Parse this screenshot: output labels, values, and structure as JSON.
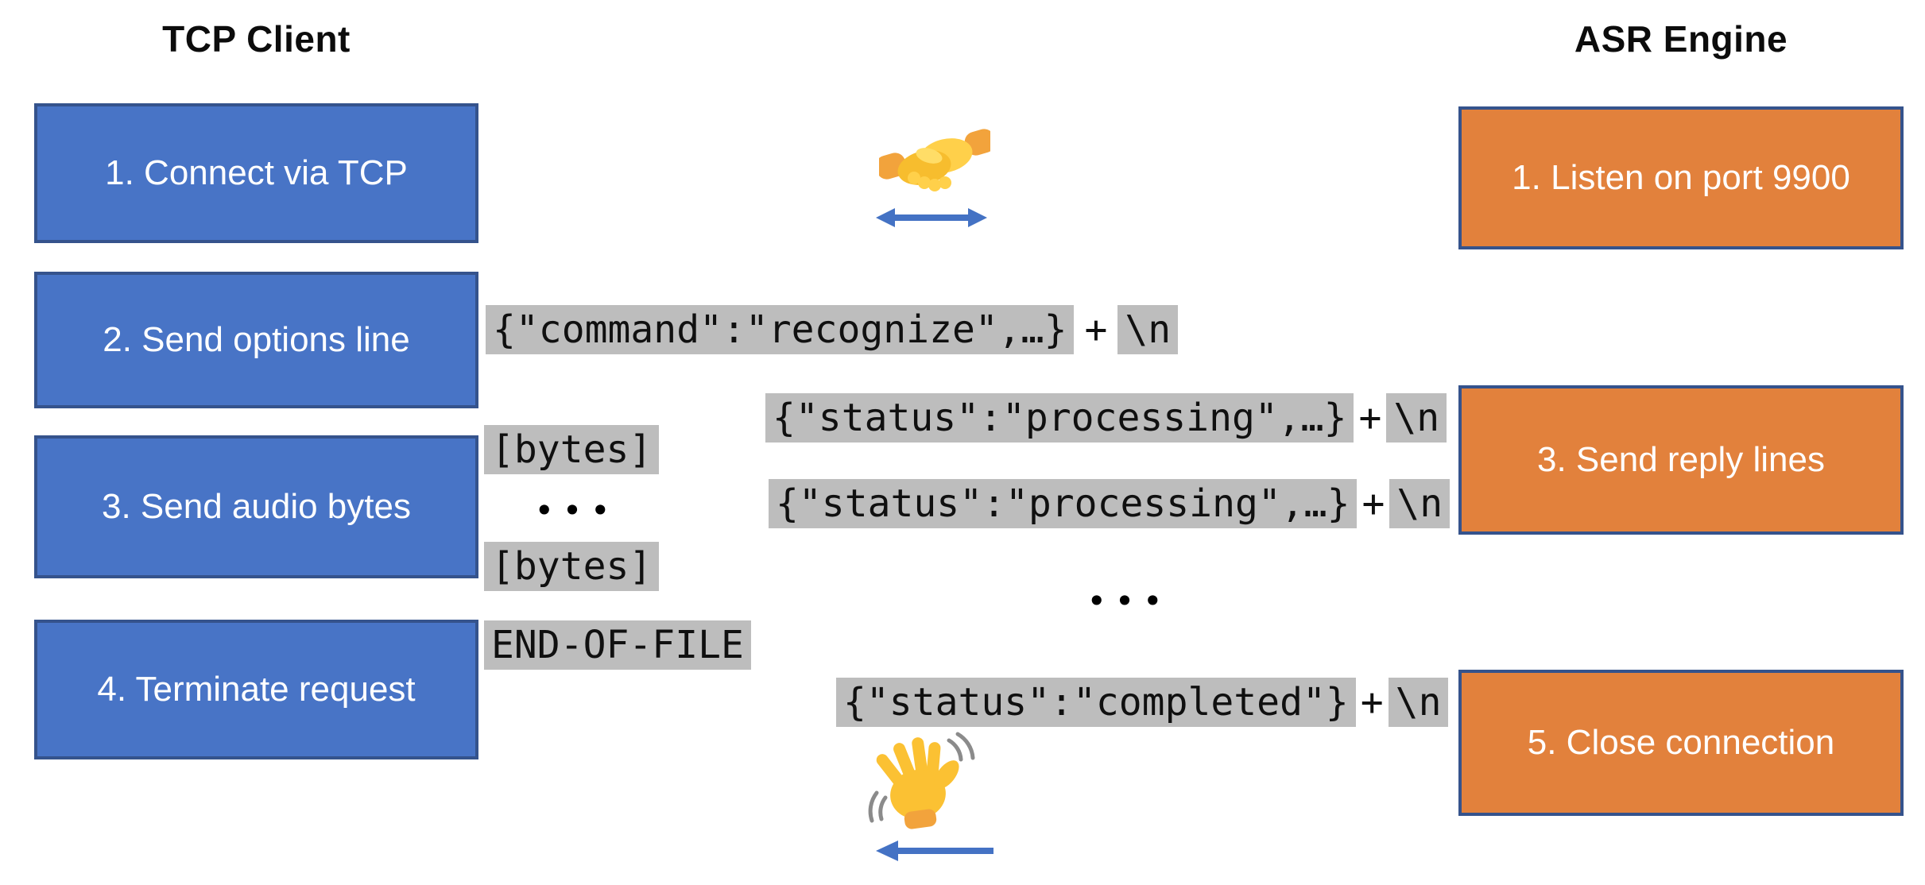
{
  "diagram": {
    "client": {
      "title": "TCP Client",
      "steps": [
        "1. Connect via TCP",
        "2. Send options line",
        "3. Send audio bytes",
        "4. Terminate request"
      ]
    },
    "engine": {
      "title": "ASR Engine",
      "steps": [
        "1. Listen on port 9900",
        "3. Send reply lines",
        "5. Close connection"
      ]
    },
    "messages": {
      "command": {
        "code": "{\"command\":\"recognize\",…}",
        "plus": "+",
        "newline": "\\n"
      },
      "processing1": {
        "code": "{\"status\":\"processing\",…}",
        "plus": "+",
        "newline": "\\n"
      },
      "processing2": {
        "code": "{\"status\":\"processing\",…}",
        "plus": "+",
        "newline": "\\n"
      },
      "completed": {
        "code": "{\"status\":\"completed\"}",
        "plus": "+",
        "newline": "\\n"
      },
      "bytes1": "[bytes]",
      "bytes2": "[bytes]",
      "eof": "END-OF-FILE",
      "ellipsis_client_stream": "•••",
      "ellipsis_engine_stream": "•••"
    },
    "icons": {
      "handshake": "handshake-emoji",
      "wave": "waving-hand-emoji",
      "double_arrow": "left-right-arrow",
      "left_arrow": "left-arrow"
    },
    "colors": {
      "client_box_fill": "#4874C6",
      "engine_box_fill": "#E2813C",
      "box_border": "#35538C",
      "code_highlight": "#BDBDBD",
      "arrow_blue": "#4472C4",
      "box_text": "#FFFFFF",
      "code_text": "#101010"
    }
  }
}
